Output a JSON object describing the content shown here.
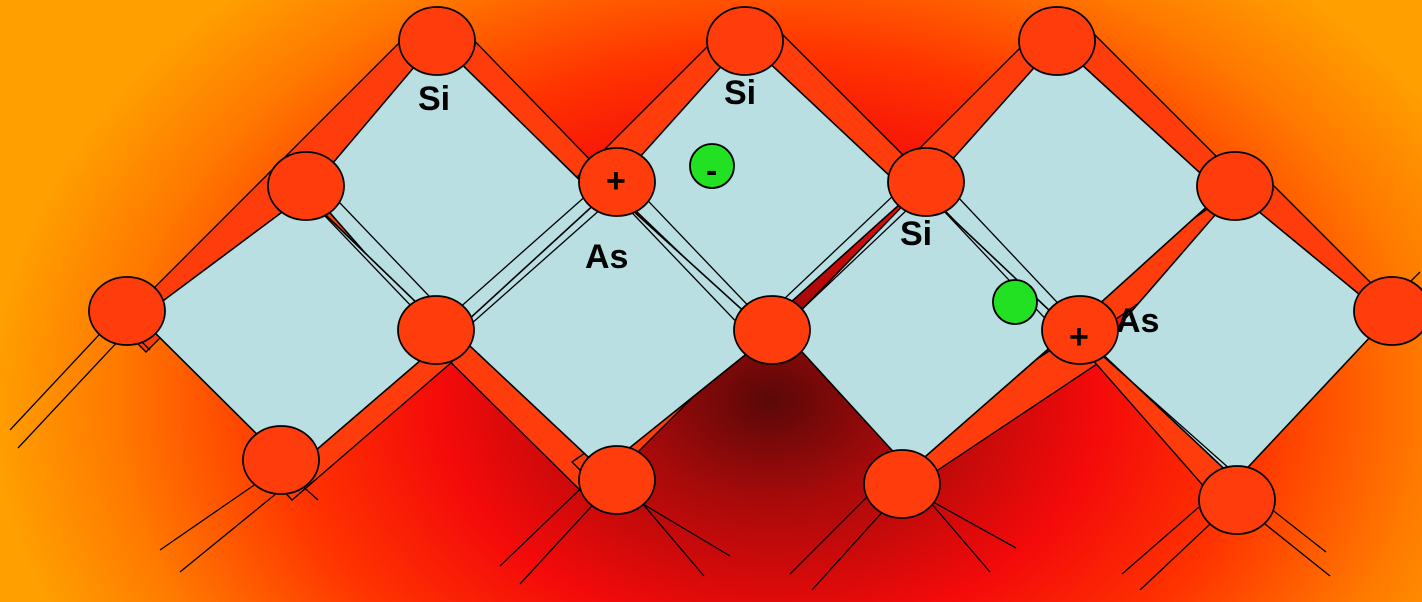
{
  "diagram": {
    "labels": {
      "si_top_left": "Si",
      "si_top_mid": "Si",
      "si_mid_right": "Si",
      "as_left": "As",
      "as_right": "As"
    },
    "ion_left_charge": "+",
    "ion_right_charge": "+",
    "electron_charge": "-",
    "colors": {
      "atom": "#ff3d0c",
      "tile": "#b9dfe2",
      "electron": "#22e022"
    }
  }
}
